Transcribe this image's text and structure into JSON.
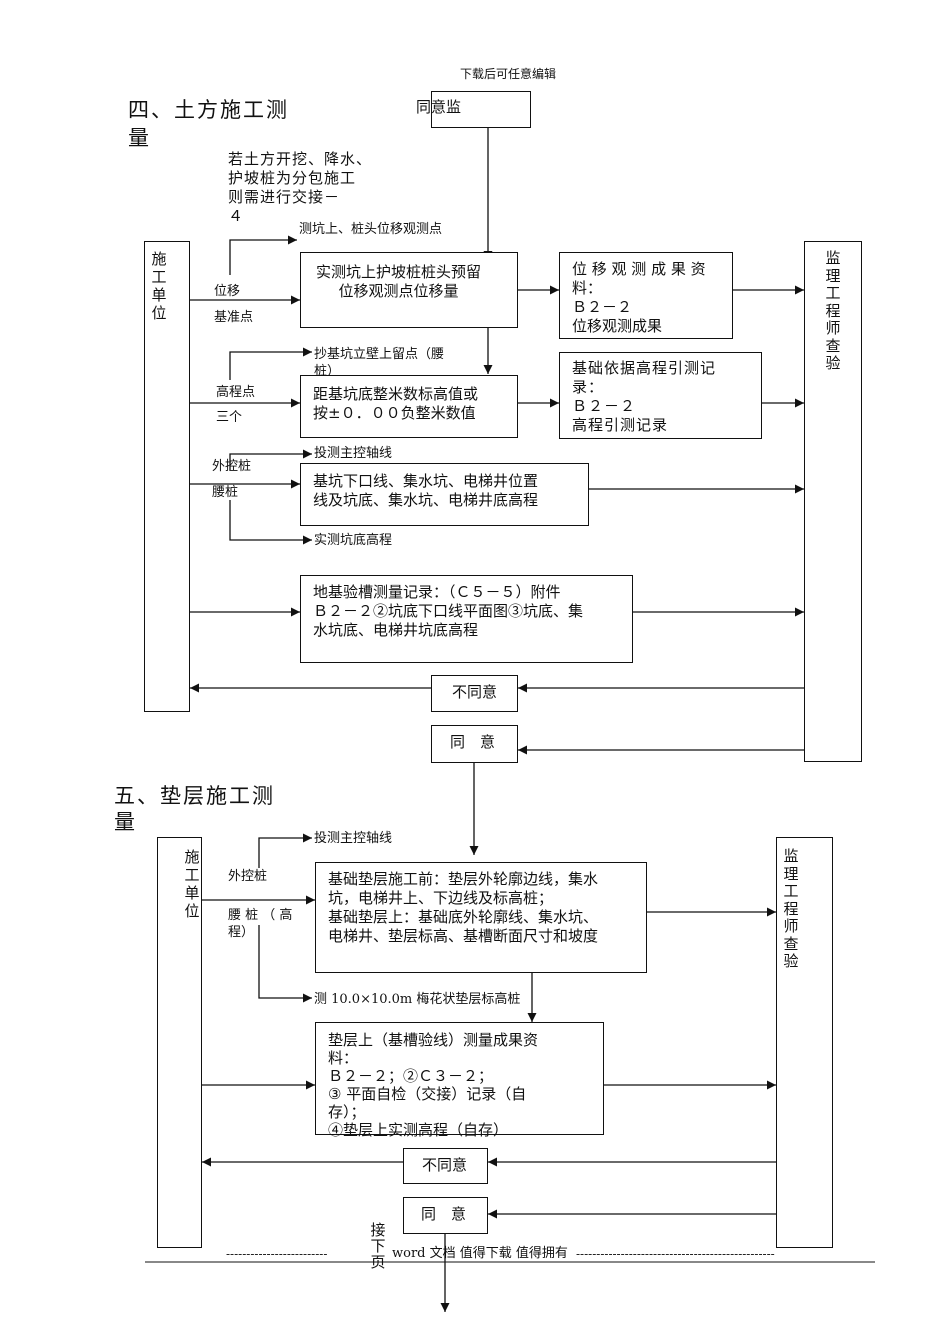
{
  "header": {
    "text": "下载后可任意编辑"
  },
  "section4": {
    "title_line1": "四、土方施工测",
    "title_line2": "量",
    "note": "若土方开挖、降水、\n护坡桩为分包施工\n则需进行交接－\n４",
    "top_box": "同意监",
    "construction_unit": "施\n工\n单\n位",
    "supervisor": "监\n理\n工\n程\n师\n查\n验",
    "label_top_branch": "测坑上、桩头位移观测点",
    "label_displacement": "位移",
    "label_benchmark": "基准点",
    "box_displacement": "实测坑上护坡桩桩头预留\n位移观测点位移量",
    "result_displacement": "位 移 观 测 成 果 资\n料：\nＢ２－２\n位移观测成果",
    "label_waist_copy": "抄基坑立壁上留点（腰\n桩）",
    "label_elev_point": "高程点",
    "label_three": "三个",
    "box_elevation": "距基坑底整米数标高值或\n按±０．００负整米数值",
    "result_elevation": "基础依据高程引测记\n录：\nＢ２－２\n高程引测记录",
    "label_axis": "投测主控轴线",
    "label_outer_pile": "外控桩",
    "label_waist_pile": "腰桩",
    "box_pit": "基坑下口线、集水坑、电梯井位置\n线及坑底、集水坑、电梯井底高程",
    "label_pit_bottom": "实测坑底高程",
    "box_trench": "地基验槽测量记录：（Ｃ５－５）附件\nＢ２－２②坑底下口线平面图③坑底、集\n水坑底、电梯井坑底高程",
    "disagree": "不同意",
    "agree": "同　意"
  },
  "section5": {
    "title_line1": "五、垫层施工测",
    "title_line2": "量",
    "construction_unit": "施\n工\n单\n位",
    "supervisor": "监\n理\n工\n程\n师\n查\n验",
    "label_axis": "投测主控轴线",
    "label_outer_pile": "外控桩",
    "label_waist_pile": "腰 桩 （ 高\n程）",
    "box_cushion": "基础垫层施工前：垫层外轮廓边线，集水\n坑，电梯井上、下边线及标高桩；\n基础垫层上：基础底外轮廓线、集水坑、\n电梯井、垫层标高、基槽断面尺寸和坡度",
    "label_grid": "测 10.0×10.0m 梅花状垫层标高桩",
    "result_cushion": "垫层上（基槽验线）测量成果资\n料：\nＢ２－２；②Ｃ３－２；\n③ 平面自检（交接）记录（自\n存）；\n④垫层上实测高程（自存）",
    "disagree": "不同意",
    "agree": "同　意",
    "next_page": "接\n下\n页"
  },
  "footer": {
    "dashes_left": "-------------------------",
    "text": "word 文档 值得下载 值得拥有",
    "dashes_right": "-------------------------------------------------"
  }
}
